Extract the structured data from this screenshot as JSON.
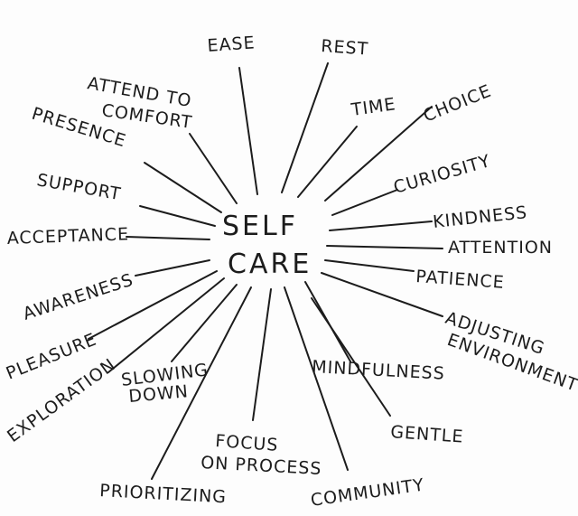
{
  "center": {
    "line1": "SELF",
    "line2": "CARE"
  },
  "words": {
    "ease": "EASE",
    "rest": "REST",
    "attend_to": "ATTEND TO",
    "comfort": "COMFORT",
    "time": "TIME",
    "choice": "CHOICE",
    "presence": "PRESENCE",
    "curiosity": "CURIOSITY",
    "support": "SUPPORT",
    "kindness": "KINDNESS",
    "acceptance": "ACCEPTANCE",
    "attention": "ATTENTION",
    "patience": "PATIENCE",
    "awareness": "AWARENESS",
    "adjusting": "ADJUSTING",
    "environment": "ENVIRONMENT",
    "pleasure": "PLEASURE",
    "mindfulness": "MINDFULNESS",
    "exploration": "EXPLORATION",
    "slowing": "SLOWING",
    "down": "DOWN",
    "gentle": "GENTLE",
    "focus": "FOCUS",
    "on_process": "ON PROCESS",
    "prioritizing": "PRIORITIZING",
    "community": "COMMUNITY"
  }
}
